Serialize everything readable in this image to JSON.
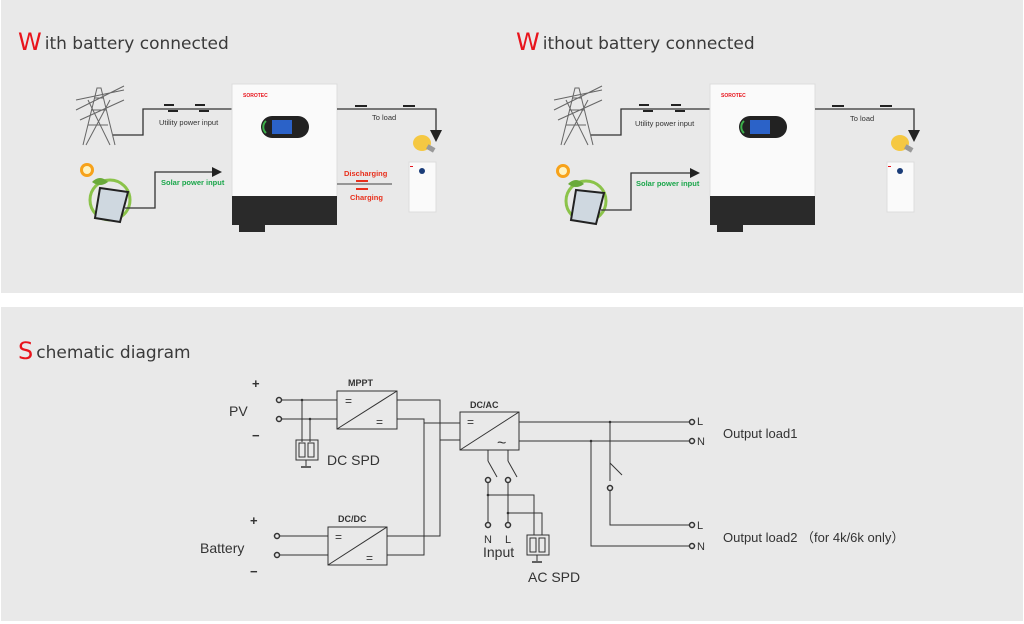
{
  "sections": {
    "with_battery": {
      "cap": "W",
      "rest": "ith battery connected",
      "utility_label": "Utility power input",
      "solar_label": "Solar power input",
      "load_label": "To load",
      "discharging_label": "Discharging",
      "charging_label": "Charging"
    },
    "without_battery": {
      "cap": "W",
      "rest": "ithout battery connected",
      "utility_label": "Utility power input",
      "solar_label": "Solar power input",
      "load_label": "To load"
    },
    "schematic": {
      "cap": "S",
      "rest": "chematic diagram",
      "pv_label": "PV",
      "pv_plus": "+",
      "pv_minus": "−",
      "mppt_label": "MPPT",
      "dc_spd_label": "DC SPD",
      "battery_label": "Battery",
      "battery_plus": "+",
      "battery_minus": "−",
      "dcdc_label": "DC/DC",
      "dcac_label": "DC/AC",
      "input_n": "N",
      "input_l": "L",
      "input_label": "Input",
      "ac_spd_label": "AC SPD",
      "out1_l": "L",
      "out1_n": "N",
      "out1_label": "Output load1",
      "out2_l": "L",
      "out2_n": "N",
      "out2_label": "Output load2 （for 4k/6k only）",
      "dc_symbol": "=",
      "ac_symbol": "~"
    }
  },
  "colors": {
    "accent_red": "#e8141c",
    "solar_green": "#1aa64a",
    "battery_red": "#e8301c",
    "panel_bg": "#e9e9e9"
  }
}
